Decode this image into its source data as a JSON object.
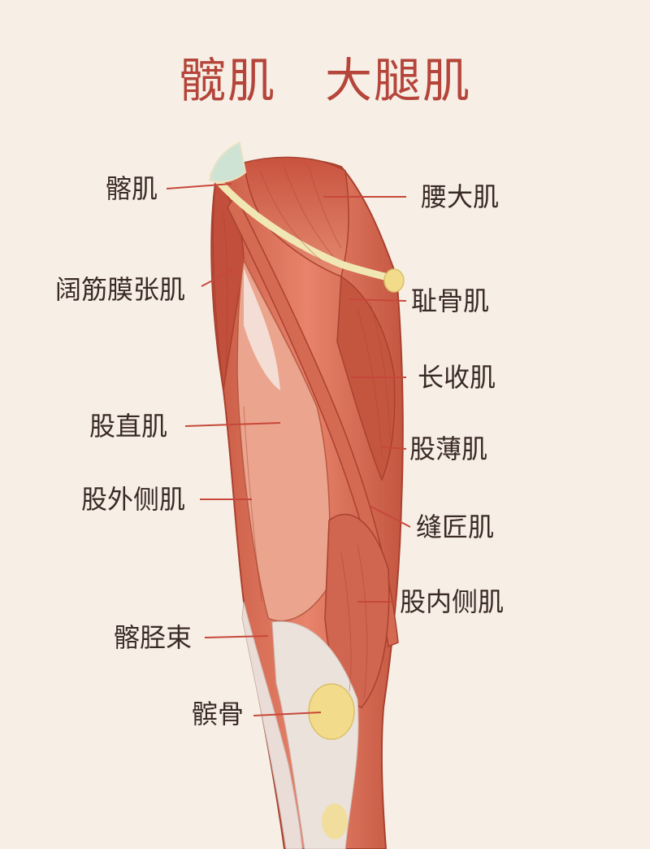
{
  "title": {
    "part1": "髋肌",
    "part2": "大腿肌"
  },
  "colors": {
    "muscle": "#d9735c",
    "muscle_dark": "#b94a38",
    "muscle_light": "#eea58e",
    "tendon": "#efe3dc",
    "bone": "#f3e3a0",
    "line": "#c7483a",
    "text": "#3a2a26",
    "title": "#b5453a",
    "background": "#f7efe6"
  },
  "labels": {
    "iliacus": "髂肌",
    "psoas_major": "腰大肌",
    "tensor_fasciae_latae": "阔筋膜张肌",
    "pectineus": "耻骨肌",
    "adductor_longus": "长收肌",
    "rectus_femoris": "股直肌",
    "gracilis": "股薄肌",
    "vastus_lateralis": "股外侧肌",
    "sartorius": "缝匠肌",
    "vastus_medialis": "股内侧肌",
    "iliotibial_tract": "髂胫束",
    "patella": "髌骨"
  }
}
